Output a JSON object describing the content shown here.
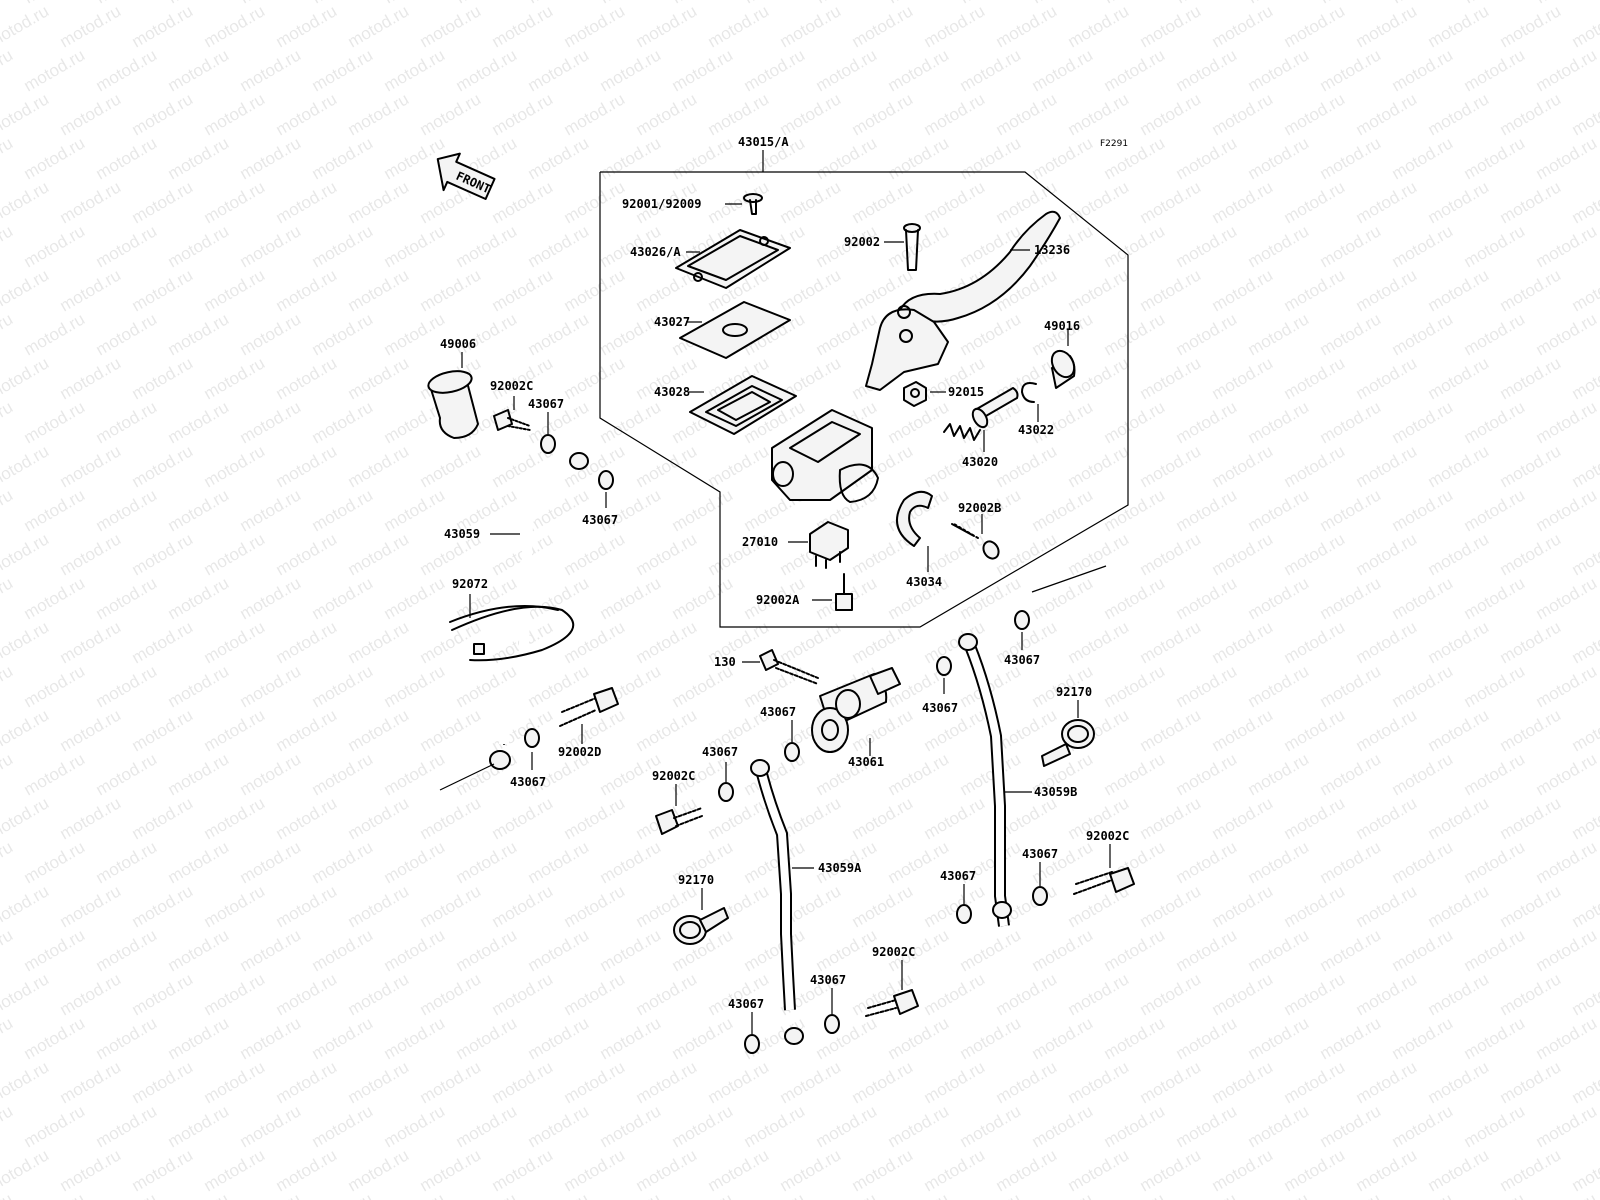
{
  "diagram": {
    "code": "F2291",
    "watermark": "motod.ru",
    "front_label": "FRONT",
    "parts": {
      "p43015A": "43015/A",
      "p92001": "92001/92009",
      "p43026A": "43026/A",
      "p43027": "43027",
      "p43028": "43028",
      "p92002": "92002",
      "p13236": "13236",
      "p49016": "49016",
      "p92015": "92015",
      "p43022": "43022",
      "p43020": "43020",
      "p92002B": "92002B",
      "p27010": "27010",
      "p43034": "43034",
      "p92002A": "92002A",
      "p49006": "49006",
      "p92002C_a": "92002C",
      "p43067_a": "43067",
      "p43067_b": "43067",
      "p43059": "43059",
      "p92072": "92072",
      "p92002D": "92002D",
      "p43067_c": "43067",
      "p130": "130",
      "p43067_d": "43067",
      "p43061": "43061",
      "p43067_e": "43067",
      "p43067_f": "43067",
      "p92002C_b": "92002C",
      "p43059A": "43059A",
      "p92170_a": "92170",
      "p43067_g": "43067",
      "p43067_h": "43067",
      "p92002C_c": "92002C",
      "p43067_i": "43067",
      "p92170_b": "92170",
      "p43059B": "43059B",
      "p43067_j": "43067",
      "p43067_k": "43067",
      "p92002C_d": "92002C"
    }
  }
}
